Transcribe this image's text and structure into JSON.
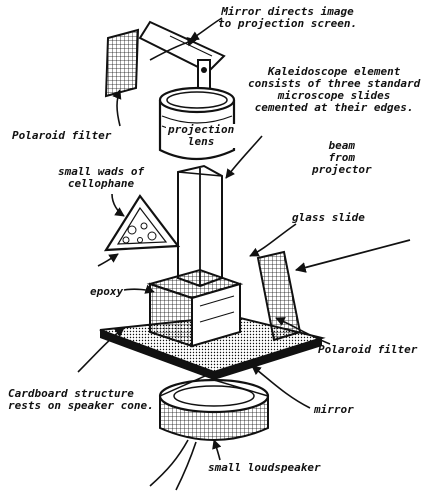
{
  "labels": {
    "mirror_top": [
      "Mirror directs image",
      "to projection screen."
    ],
    "kaleidoscope": [
      "Kaleidoscope element",
      "consists of three standard",
      "microscope slides",
      "cemented at their edges."
    ],
    "polaroid_left": "Polaroid filter",
    "projection_lens": [
      "projection",
      "lens"
    ],
    "beam": [
      "beam",
      "from",
      "projector"
    ],
    "cellophane": [
      "small wads of",
      "cellophane"
    ],
    "glass_slide": "glass slide",
    "epoxy": "epoxy",
    "polaroid_right": "Polaroid filter",
    "cardboard": [
      "Cardboard structure",
      "rests on speaker cone."
    ],
    "mirror_bottom": "mirror",
    "loudspeaker": "small loudspeaker"
  }
}
